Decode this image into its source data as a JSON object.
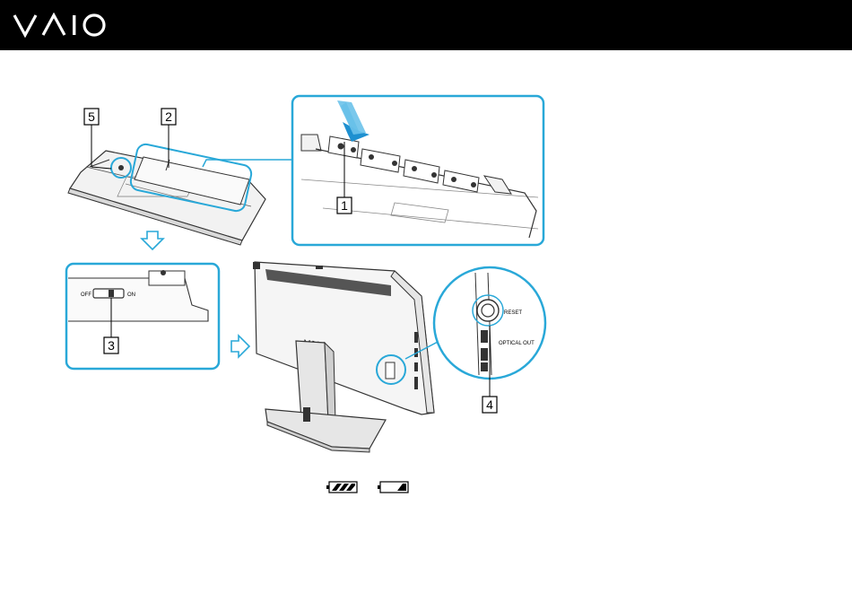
{
  "header": {
    "logo_text": "VAIO"
  },
  "callouts": {
    "c1": "1",
    "c2": "2",
    "c3": "3",
    "c4": "4",
    "c5": "5"
  },
  "switch": {
    "off_label": "OFF",
    "on_label": "ON"
  },
  "port_labels": {
    "reset": "RESET",
    "optical": "OPTICAL OUT"
  },
  "colors": {
    "header_bg": "#000000",
    "highlight_frame": "#29a8d8",
    "arrow_blue": "#1e90d0"
  },
  "icons": [
    "battery-full-icon",
    "battery-low-icon"
  ]
}
